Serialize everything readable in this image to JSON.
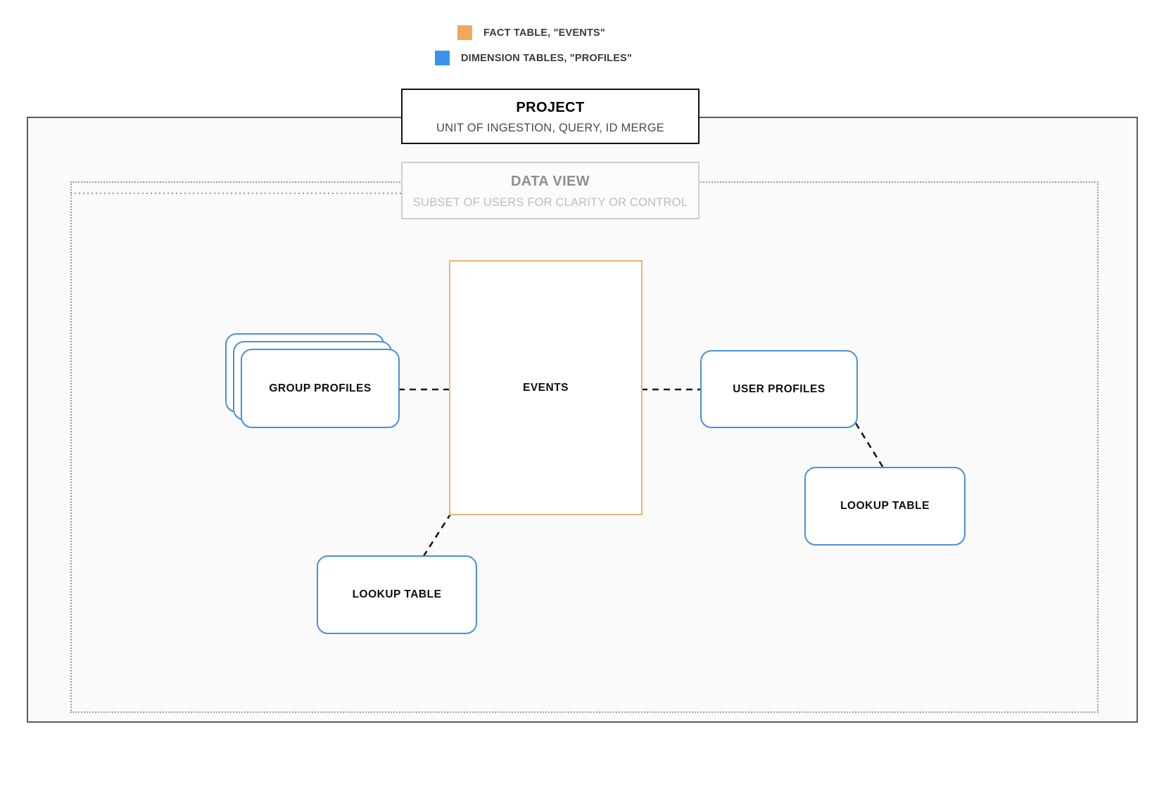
{
  "legend": {
    "items": [
      {
        "label": "FACT TABLE, \"EVENTS\"",
        "color": "#f0a95c",
        "icon": "square-swatch-icon"
      },
      {
        "label": "DIMENSION TABLES, \"PROFILES\"",
        "color": "#3b93e8",
        "icon": "square-swatch-icon"
      }
    ]
  },
  "project": {
    "title": "PROJECT",
    "subtitle": "UNIT OF INGESTION, QUERY, ID MERGE"
  },
  "data_view": {
    "title": "DATA VIEW",
    "subtitle": "SUBSET OF USERS FOR CLARITY OR CONTROL"
  },
  "entities": {
    "events": {
      "label": "EVENTS",
      "border_color": "#e8b573"
    },
    "group_profiles": {
      "label": "GROUP PROFILES",
      "border_color": "#4a90d9",
      "stack_count": 3
    },
    "user_profiles": {
      "label": "USER PROFILES",
      "border_color": "#4a90d9"
    },
    "lookup_left": {
      "label": "LOOKUP TABLE",
      "border_color": "#4a90d9"
    },
    "lookup_right": {
      "label": "LOOKUP TABLE",
      "border_color": "#4a90d9"
    }
  },
  "colors": {
    "fact": "#f0a95c",
    "dimension": "#3b93e8",
    "events_border": "#e8b573",
    "profile_border": "#4a90d9",
    "project_border": "#5c5c5c",
    "dataview_border": "#9a9a9a",
    "canvas": "#fafafa",
    "connector": "#1a1a1a"
  }
}
